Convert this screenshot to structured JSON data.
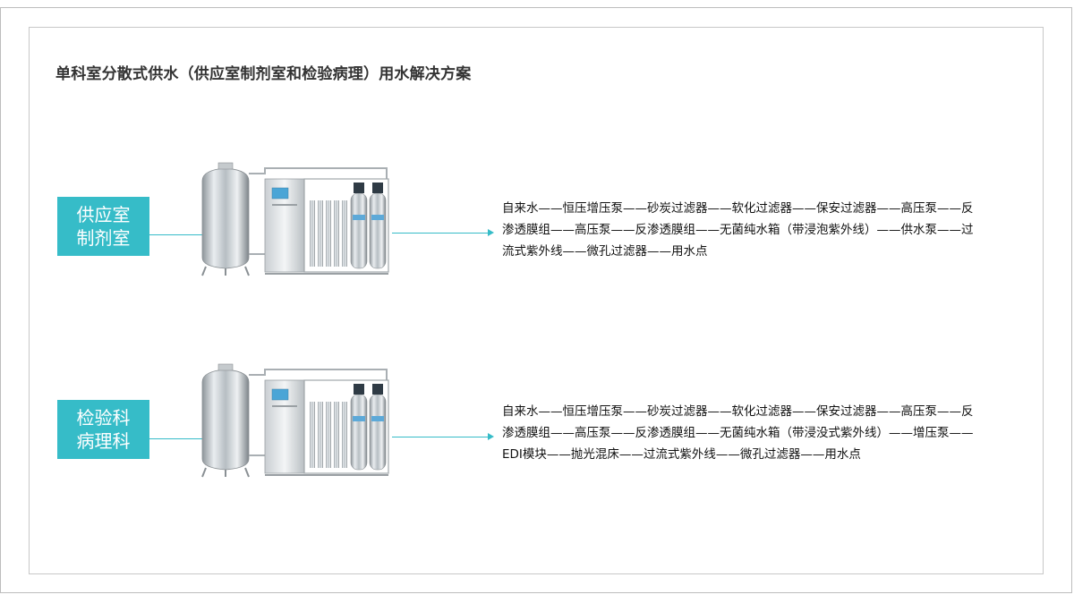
{
  "title": "单科室分散式供水（供应室制剂室和检验病理）用水解决方案",
  "rows": [
    {
      "department": [
        "供应室",
        "制剂室"
      ],
      "process_lines": [
        "自来水——恒压增压泵——砂炭过滤器——软化过滤器——保安过滤器——高压泵——反",
        "渗透膜组——高压泵——反渗透膜组——无菌纯水箱（带浸泡紫外线）——供水泵——过",
        "流式紫外线——微孔过滤器——用水点"
      ]
    },
    {
      "department": [
        "检验科",
        "病理科"
      ],
      "process_lines": [
        "自来水——恒压增压泵——砂炭过滤器——软化过滤器——保安过滤器——高压泵——反",
        "渗透膜组——高压泵——反渗透膜组——无菌纯水箱（带浸没式紫外线）——增压泵——",
        "EDI模块——抛光混床——过流式紫外线——微孔过滤器——用水点"
      ]
    }
  ],
  "colors": {
    "accent": "#36bcc8",
    "title_text": "#333333",
    "body_text": "#111111",
    "frame": "#c8c8c8"
  }
}
